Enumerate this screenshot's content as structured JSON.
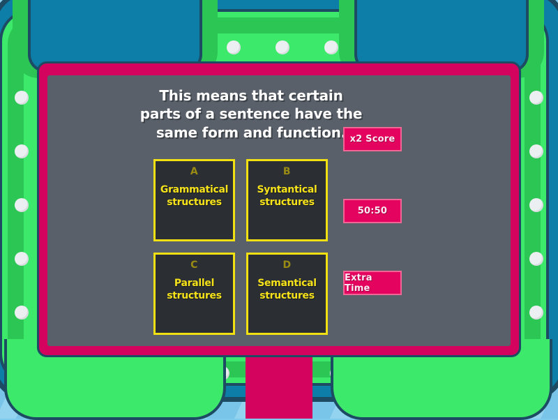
{
  "game": {
    "question": "This means that certain parts of a sentence have the same form and function.",
    "question_lines": [
      "This means that certain",
      "parts of a sentence have the",
      "same form and function."
    ]
  },
  "answers": [
    {
      "letter": "A",
      "text": "Grammatical structures",
      "line1": "Grammatical",
      "line2": "structures"
    },
    {
      "letter": "B",
      "text": "Syntantical structures",
      "line1": "Syntantical",
      "line2": "structures"
    },
    {
      "letter": "C",
      "text": "Parallel structures",
      "line1": "Parallel",
      "line2": "structures"
    },
    {
      "letter": "D",
      "text": "Semantical structures",
      "line1": "Semantical",
      "line2": "structures"
    }
  ],
  "powerups": [
    {
      "label": "x2 Score"
    },
    {
      "label": "50:50"
    },
    {
      "label": "Extra Time"
    }
  ],
  "colors": {
    "background": "#7fcbed",
    "cabinet_teal": "#0c7ea8",
    "cabinet_outline": "#1c4b63",
    "green_bright": "#3de96b",
    "green_dark": "#2bc653",
    "bezel_pink": "#d4045e",
    "screen_gray": "#596069",
    "answer_fill": "#2b2f33",
    "answer_border": "#f2e112",
    "answer_text": "#f6e21a",
    "answer_letter": "#9a8b14",
    "powerup_fill": "#e4045f",
    "powerup_border": "#f06695",
    "bulb": "#eceff1"
  }
}
